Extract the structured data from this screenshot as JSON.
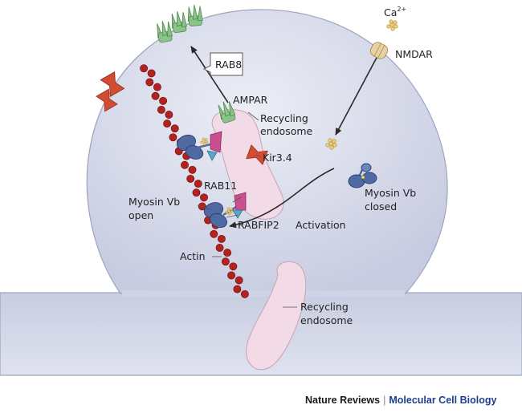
{
  "labels": {
    "ca": "Ca",
    "ca_sup": "2+",
    "nmdar": "NMDAR",
    "rab8": "RAB8",
    "ampar": "AMPAR",
    "recycling_endosome_top_1": "Recycling",
    "recycling_endosome_top_2": "endosome",
    "kir": "Kir3.4",
    "rab11": "RAB11",
    "myosin_open_1": "Myosin Vb",
    "myosin_open_2": "open",
    "rabfip2": "RABFIP2",
    "activation": "Activation",
    "myosin_closed_1": "Myosin Vb",
    "myosin_closed_2": "closed",
    "actin": "Actin",
    "recycling_endosome_bottom_1": "Recycling",
    "recycling_endosome_bottom_2": "endosome"
  },
  "footer": {
    "publisher": "Nature Reviews",
    "separator": "|",
    "journal": "Molecular Cell Biology"
  },
  "colors": {
    "membrane": "#d7daea",
    "endosome": "#f2dbe6",
    "ampar": "#8bc48a",
    "kir": "#d24b33",
    "actin": "#b3221f",
    "myosin": "#4f6aa2",
    "rab": "#c94f8f",
    "rabfip2": "#58a8c8",
    "nmdar": "#e8d2a2",
    "calcium": "#e6c15a"
  }
}
